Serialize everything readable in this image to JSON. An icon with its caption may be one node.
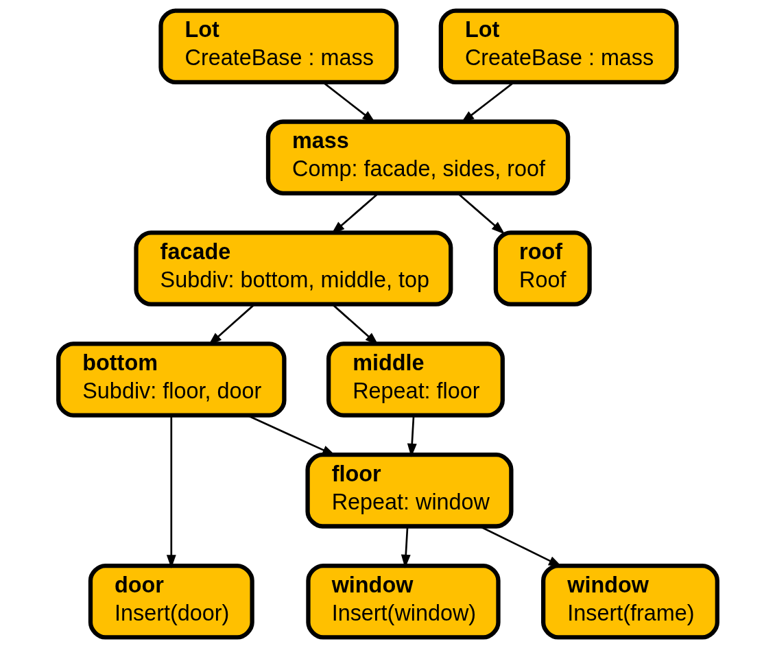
{
  "diagram": {
    "nodes": [
      {
        "text": [
          "Lot",
          "CreateBase : mass"
        ]
      },
      {
        "text": [
          "Lot",
          "CreateBase : mass"
        ]
      },
      {
        "text": [
          "mass",
          "Comp: facade, sides, roof"
        ]
      },
      {
        "text": [
          "facade",
          "Subdiv: bottom, middle, top"
        ]
      },
      {
        "text": [
          "roof",
          "Roof"
        ]
      },
      {
        "text": [
          "bottom",
          "Subdiv: floor, door"
        ]
      },
      {
        "text": [
          "middle",
          "Repeat: floor"
        ]
      },
      {
        "text": [
          "door",
          "Insert(door)"
        ]
      },
      {
        "text": [
          "floor",
          "Repeat: window"
        ]
      },
      {
        "text": [
          "window",
          "Insert(window)"
        ]
      },
      {
        "text": [
          "window",
          "Insert(frame)"
        ]
      }
    ],
    "edges": [
      {
        "from": 0,
        "to": 2,
        "arrow": "to"
      },
      {
        "from": 1,
        "to": 2,
        "arrow": "to"
      },
      {
        "from": 2,
        "to": 3,
        "arrow": "to"
      },
      {
        "from": 2,
        "to": 4,
        "arrow": "to"
      },
      {
        "from": 3,
        "to": 5,
        "arrow": "to"
      },
      {
        "from": 3,
        "to": 6,
        "arrow": "to"
      },
      {
        "from": 5,
        "to": 8,
        "arrow": "to"
      },
      {
        "from": 6,
        "to": 8,
        "arrow": "to"
      },
      {
        "from": 5,
        "to": 7,
        "arrow": "to"
      },
      {
        "from": 8,
        "to": 9,
        "arrow": "to"
      },
      {
        "from": 8,
        "to": 10,
        "arrow": "to"
      }
    ]
  }
}
